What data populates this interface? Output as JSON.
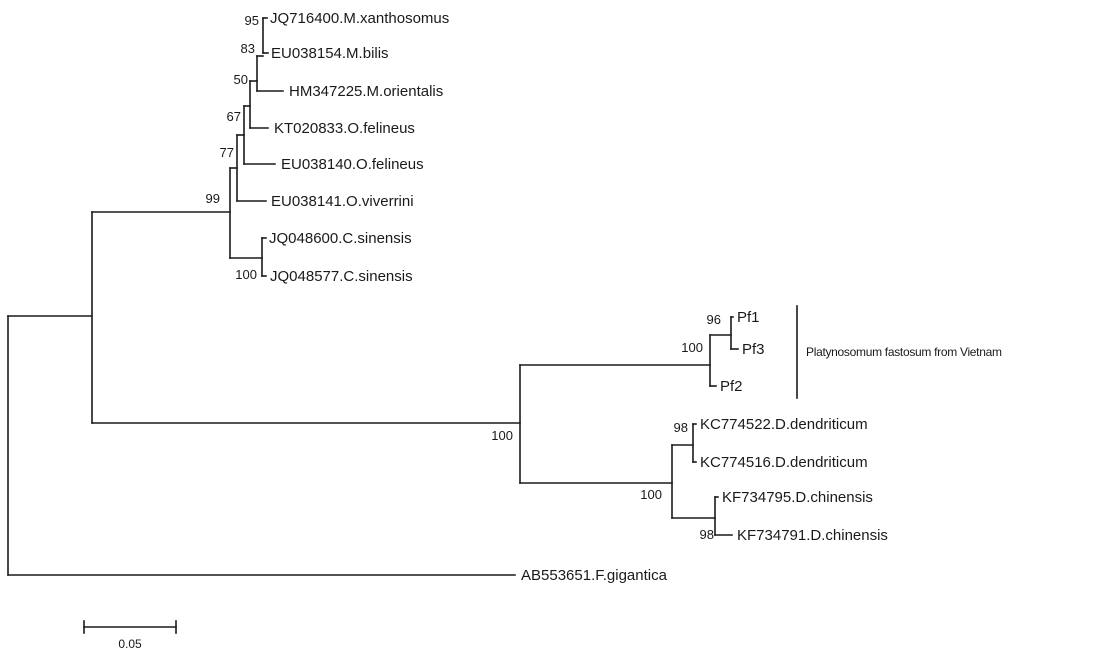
{
  "taxa": {
    "jq716400": "JQ716400.M.xanthosomus",
    "eu038154": "EU038154.M.bilis",
    "hm347225": "HM347225.M.orientalis",
    "kt020833": "KT020833.O.felineus",
    "eu038140": "EU038140.O.felineus",
    "eu038141": "EU038141.O.viverrini",
    "jq048600": "JQ048600.C.sinensis",
    "jq048577": "JQ048577.C.sinensis",
    "pf1": "Pf1",
    "pf3": "Pf3",
    "pf2": "Pf2",
    "kc774522": "KC774522.D.dendriticum",
    "kc774516": "KC774516.D.dendriticum",
    "kf734795": "KF734795.D.chinensis",
    "kf734791": "KF734791.D.chinensis",
    "ab553651": "AB553651.F.gigantica"
  },
  "support": {
    "n95": "95",
    "n83": "83",
    "n50": "50",
    "n67": "67",
    "n77": "77",
    "n99": "99",
    "n100_cs": "100",
    "n96": "96",
    "n100_pf": "100",
    "n100_dicro": "100",
    "n98_dd": "98",
    "n100_dd_dc": "100",
    "n98_dc": "98"
  },
  "clade": {
    "label": "Platynosomum fastosum from Vietnam"
  },
  "scale_bar": {
    "label": "0.05",
    "value": 0.05
  }
}
